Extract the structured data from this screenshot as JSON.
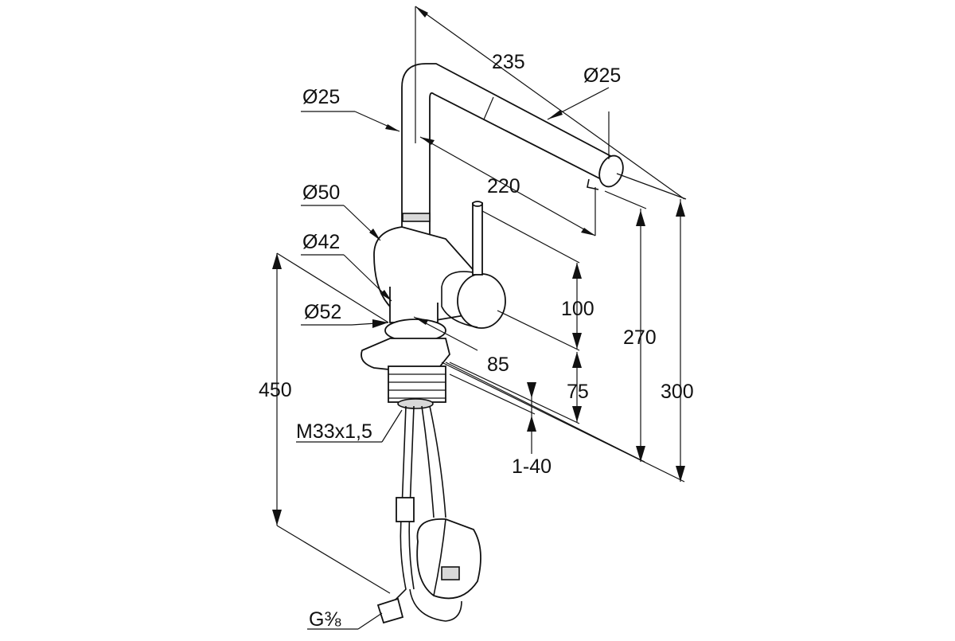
{
  "drawing": {
    "colors": {
      "line": "#111111",
      "background": "#ffffff",
      "shade": "#d9d9d9"
    },
    "dimensions": {
      "spout_length": "235",
      "spout_diameter": "Ø25",
      "pipe_diameter": "Ø25",
      "spout_reach": "220",
      "body_diameter": "Ø50",
      "base_diameter": "Ø42",
      "flange_diameter": "Ø52",
      "lever_height": "100",
      "outlet_height": "270",
      "total_height": "300",
      "lever_reach": "85",
      "deck_to_body": "75",
      "hose_length": "450",
      "thread": "M33x1,5",
      "countertop_thickness": "1-40",
      "connection": "G⅜"
    }
  }
}
